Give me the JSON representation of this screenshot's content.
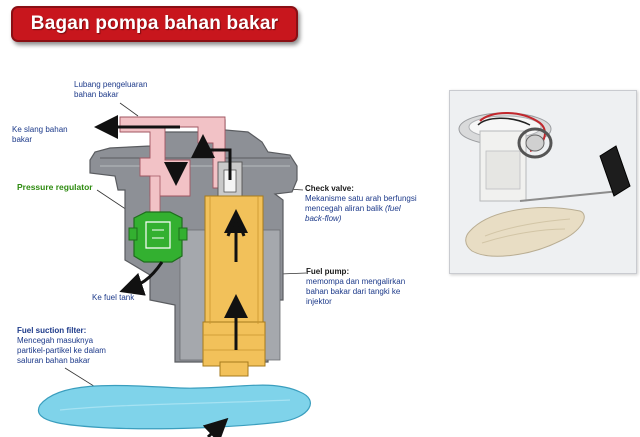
{
  "title": "Bagan pompa bahan bakar",
  "labels": {
    "outlet": [
      "Lubang pengeluaran",
      "bahan bakar"
    ],
    "hose": [
      "Ke slang bahan",
      "bakar"
    ],
    "regulator": "Pressure regulator",
    "check_valve_title": "Check valve:",
    "check_valve_desc": [
      "Mekanisme satu arah berfungsi",
      "mencegah aliran balik "
    ],
    "check_valve_em": [
      "(fuel",
      "back-flow)"
    ],
    "fuel_tank": "Ke fuel tank",
    "fuel_pump_title": "Fuel pump:",
    "fuel_pump_desc": [
      "memompa  dan mengalirkan",
      "bahan bakar dari tangki ke",
      "injektor"
    ],
    "filter_title": "Fuel suction filter:",
    "filter_desc": [
      "Mencegah masuknya",
      "partikel-partikel ke dalam",
      "saluran bahan bakar"
    ]
  },
  "colors": {
    "title_bg": "#c8161d",
    "label_blue": "#1d3a8a",
    "label_green": "#2e8b10",
    "pump_body": "#f2c15a",
    "housing": "#8d9096",
    "regulator": "#33b030",
    "filter": "#7fd3ea",
    "fuel_pink": "#f2c2c6"
  }
}
